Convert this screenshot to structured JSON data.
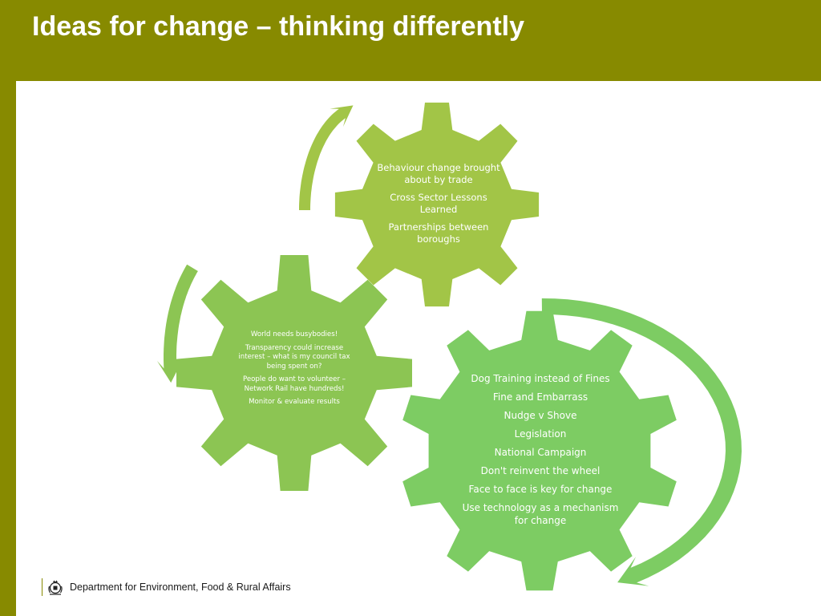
{
  "slide": {
    "title": "Ideas for change – thinking differently"
  },
  "colors": {
    "header": "#878a00",
    "gear_top": "#a2c547",
    "gear_left": "#8cc553",
    "gear_right": "#7dcc63",
    "arrows": [
      "#a2c547",
      "#8cc553",
      "#7dcc63"
    ]
  },
  "gears": {
    "top": {
      "items": [
        "Behaviour change brought about by trade",
        "Cross Sector Lessons Learned",
        "Partnerships between boroughs"
      ]
    },
    "left": {
      "items": [
        "World needs busybodies!",
        "Transparency could increase interest – what is my council tax being spent on?",
        "People do want to volunteer – Network Rail have hundreds!",
        "Monitor & evaluate results"
      ]
    },
    "right": {
      "items": [
        "Dog Training instead of Fines",
        "Fine and Embarrass",
        "Nudge v Shove",
        "Legislation",
        "National Campaign",
        "Don't reinvent the wheel",
        "Face to face is key for change",
        "Use technology as a mechanism for change"
      ]
    }
  },
  "footer": {
    "organisation": "Department for Environment, Food & Rural Affairs",
    "icon": "royal-crest-icon"
  }
}
